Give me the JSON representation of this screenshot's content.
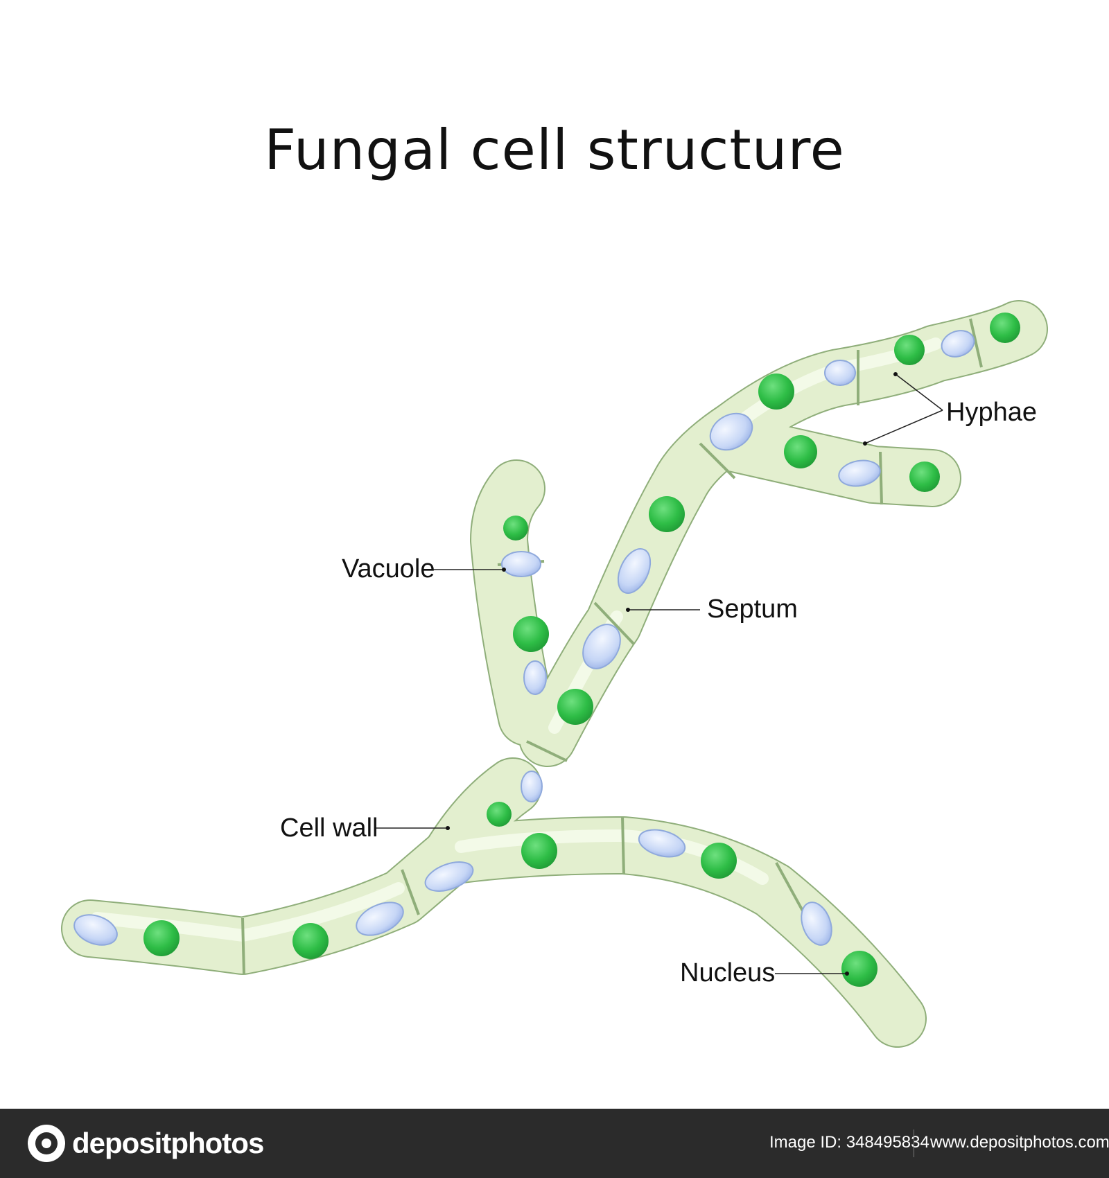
{
  "title": "Fungal cell structure",
  "labels": {
    "hyphae": "Hyphae",
    "vacuole": "Vacuole",
    "septum": "Septum",
    "cell_wall": "Cell wall",
    "nucleus": "Nucleus"
  },
  "colors": {
    "cell_fill": "#e3efcf",
    "cell_outline": "#8fae7a",
    "nucleus": "#2ebd46",
    "vacuole": "#c6d6f6"
  },
  "footer": {
    "logo_text": "depositphotos",
    "image_id": "Image ID: 348495834",
    "site": "www.depositphotos.com"
  }
}
